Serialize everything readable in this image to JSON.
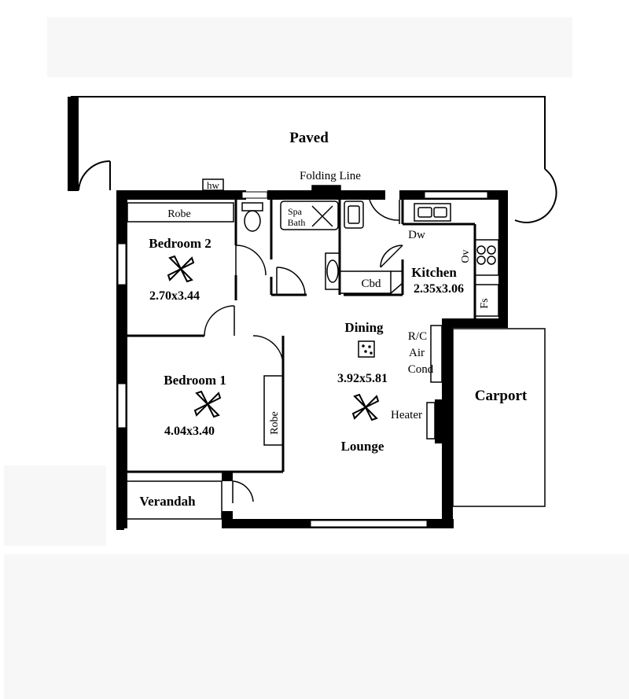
{
  "labels": {
    "paved": "Paved",
    "folding_line": "Folding Line",
    "hw": "hw",
    "robe_top": "Robe",
    "spa": "Spa",
    "bath": "Bath",
    "bedroom2": "Bedroom 2",
    "bedroom2_size": "2.70x3.44",
    "dw": "Dw",
    "ov": "Ov",
    "kitchen": "Kitchen",
    "kitchen_size": "2.35x3.06",
    "cbd": "Cbd",
    "fs": "Fs",
    "dining": "Dining",
    "rc": "R/C",
    "air": "Air",
    "cond": "Cond",
    "bedroom1": "Bedroom 1",
    "bedroom1_size": "4.04x3.40",
    "robe_side": "Robe",
    "lounge_size": "3.92x5.81",
    "heater": "Heater",
    "lounge": "Lounge",
    "carport": "Carport",
    "verandah": "Verandah"
  },
  "icons": [
    "ceiling-fan-icon",
    "toilet-icon",
    "spa-bath-icon",
    "sink-icon",
    "cooktop-icon",
    "heater-icon"
  ]
}
